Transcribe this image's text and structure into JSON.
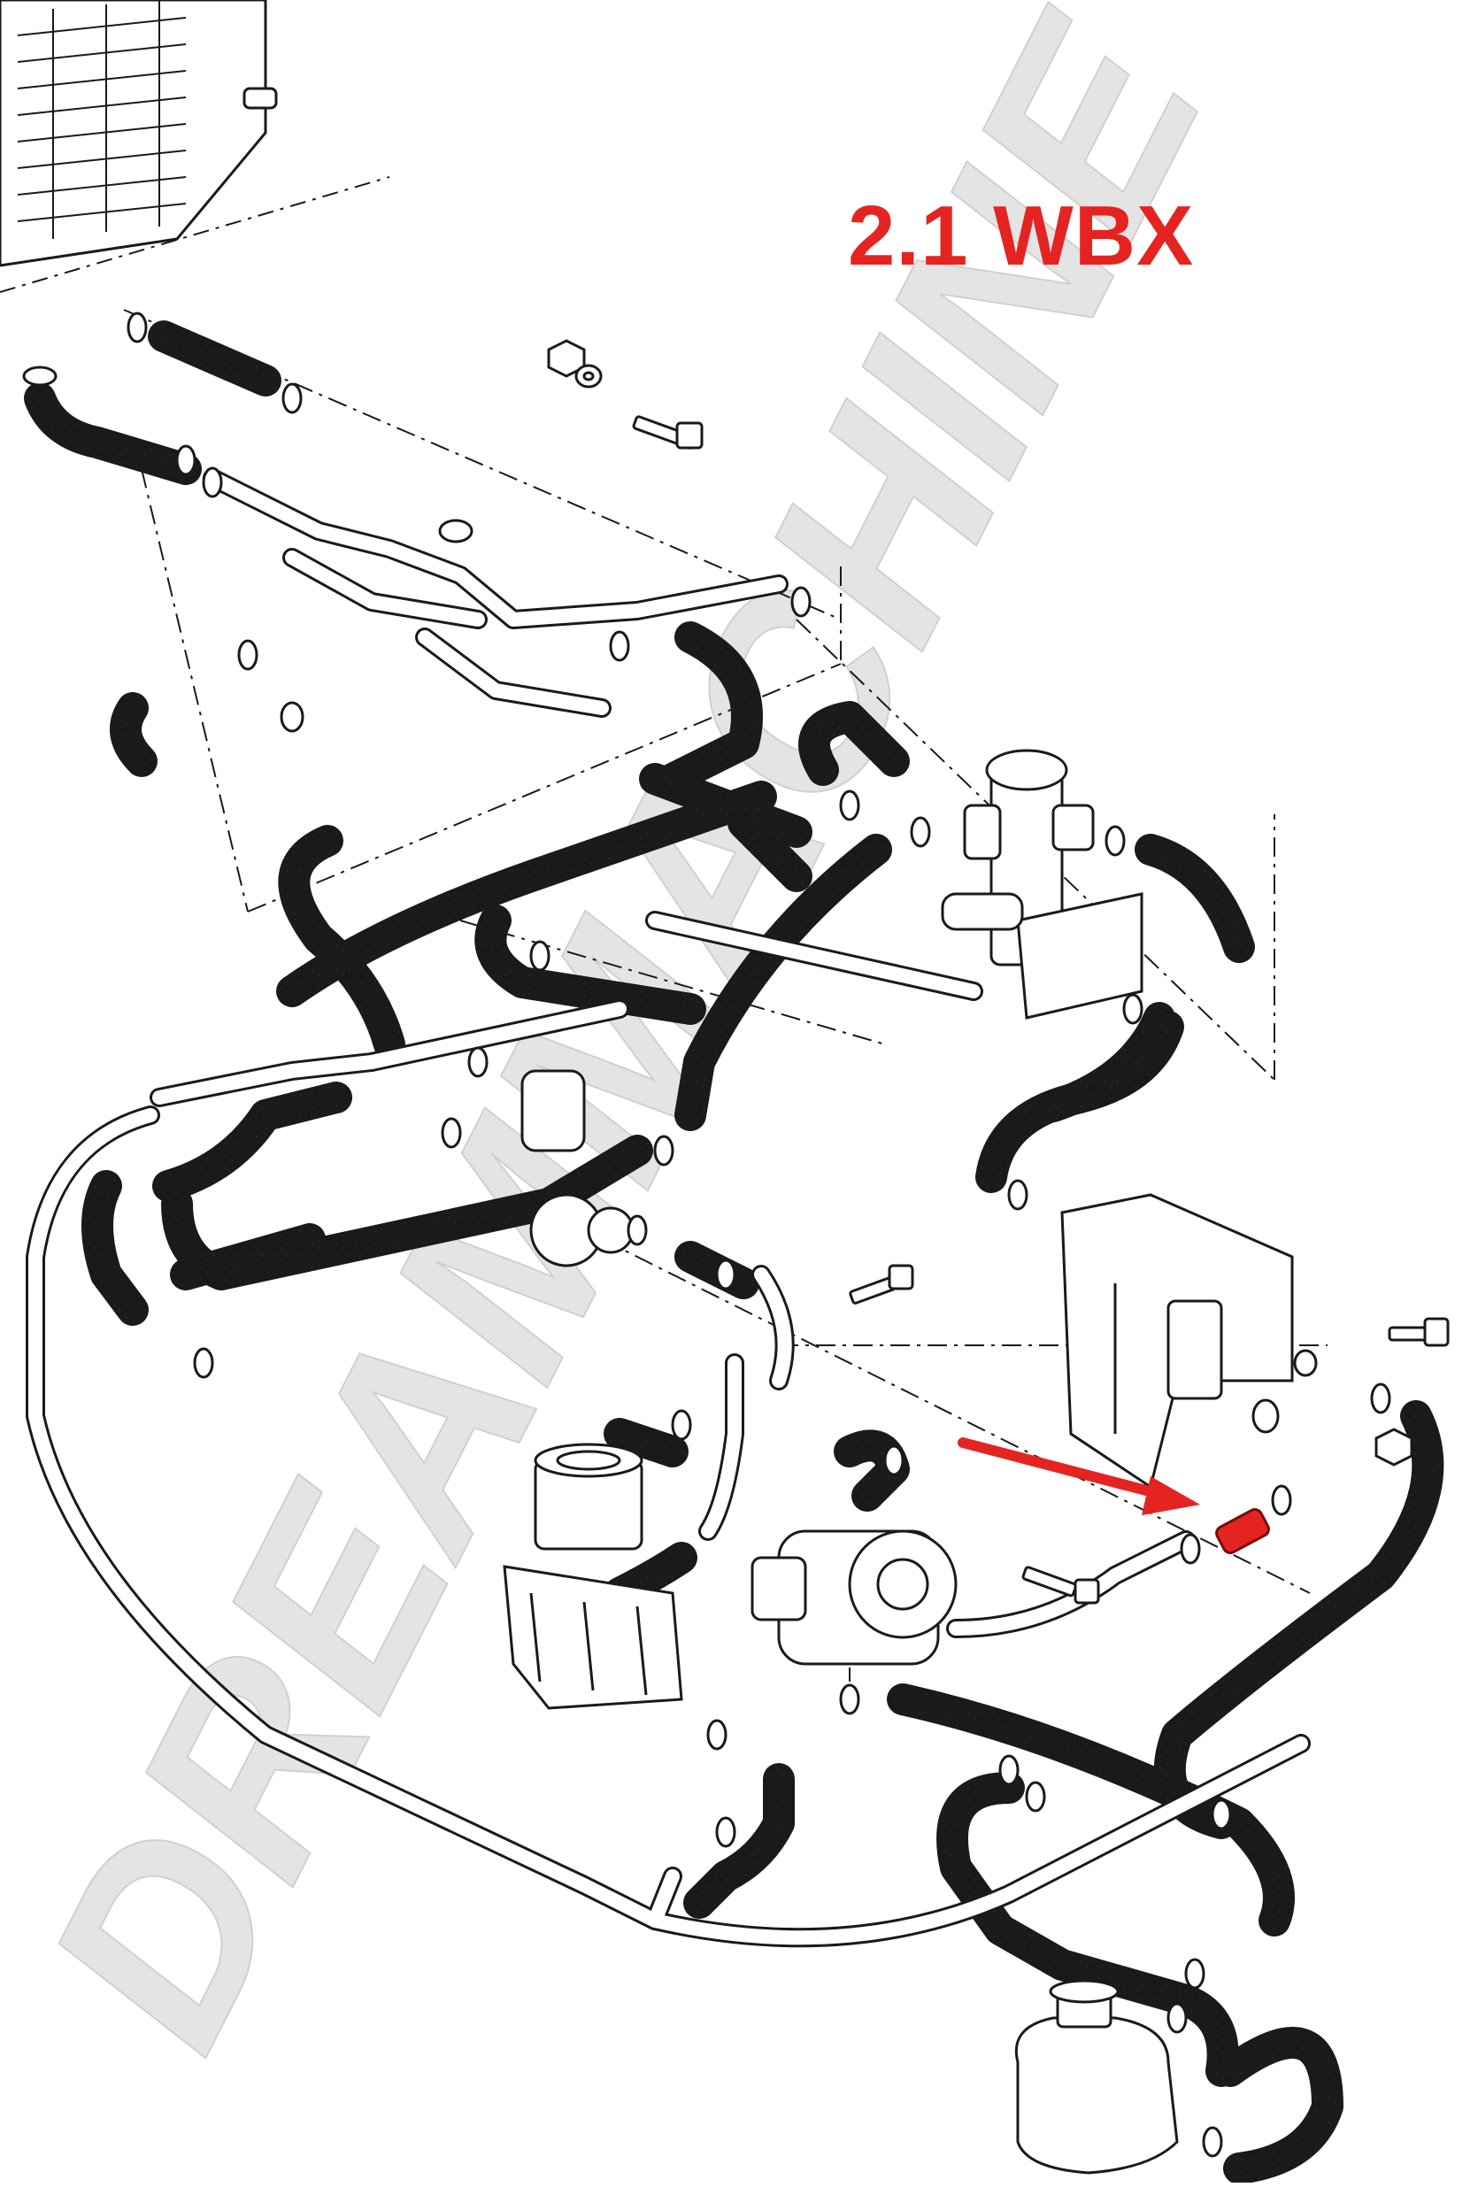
{
  "diagram": {
    "title": "2.1 WBX",
    "watermark": "DREAMMACHINE",
    "colors": {
      "title": "#e52421",
      "highlight": "#e52421",
      "arrow": "#e52421",
      "line": "#1a1a1a",
      "watermark": "#e4e4e4",
      "hose_fill": "#ffffff"
    },
    "highlighted_part": "coolant-hose-highlighted",
    "icons": [
      "hose",
      "hose-clamp",
      "bolt",
      "nut",
      "washer",
      "radiator",
      "coolant-pump",
      "oil-cooler",
      "expansion-tank",
      "thermostat-housing",
      "pointer-arrow"
    ]
  }
}
